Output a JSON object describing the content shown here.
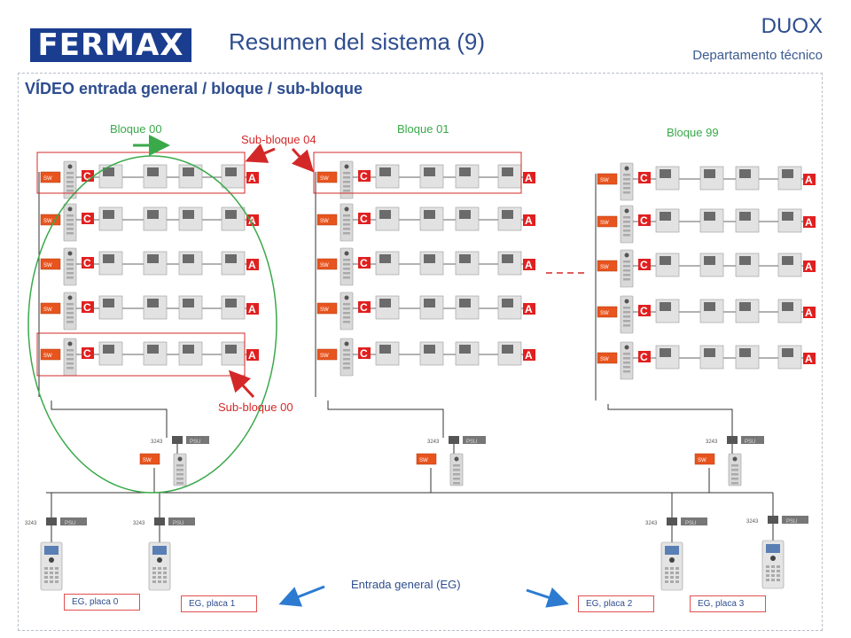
{
  "header": {
    "logo_text": "FERMAX",
    "title": "Resumen del sistema (9)",
    "brand": "DUOX",
    "department": "Departamento técnico"
  },
  "section_title": "VÍDEO entrada general / bloque / sub-bloque",
  "labels": {
    "block_00": "Bloque 00",
    "block_01": "Bloque 01",
    "block_99": "Bloque 99",
    "subblock_04": "Sub-bloque 04",
    "subblock_00": "Sub-bloque 00",
    "general_entrance": "Entrada general (EG)",
    "ellipsis": "- - - -"
  },
  "device_labels": {
    "switch": "SW",
    "psu": "PSU",
    "ref": "3243",
    "connector_c": "C",
    "connector_a": "A"
  },
  "entrance_panels": [
    "EG, placa 0",
    "EG, placa 1",
    "EG, placa 2",
    "EG, placa 3"
  ],
  "colors": {
    "title_blue": "#2e4d8f",
    "logo_blue": "#1a3d8f",
    "highlight_red": "#d42828",
    "arrow_green": "#3aa94a",
    "arrow_blue": "#2c7bd1",
    "device_gray": "#7a7a7a"
  }
}
